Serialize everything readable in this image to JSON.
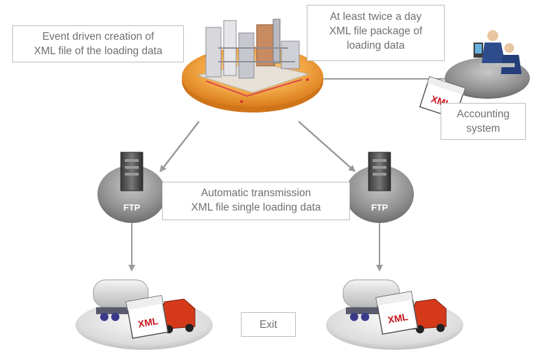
{
  "labels": {
    "event_driven": [
      "Event driven creation of",
      "XML file of the loading data"
    ],
    "twice_a_day": [
      "At least twice a day",
      "XML file package of",
      "loading data"
    ],
    "accounting": [
      "Accounting",
      "system"
    ],
    "automatic": [
      "Automatic transmission",
      "XML file single loading data"
    ],
    "exit": "Exit"
  },
  "badges": {
    "xml": "XML",
    "ftp": "FTP"
  },
  "colors": {
    "platform_orange": "#f0a040",
    "platform_grey": "#8a8a8a",
    "xml_red": "#c8141e",
    "arrow_grey": "#9a9a9a",
    "label_text": "#6f6f6f"
  },
  "icons": [
    "factory-icon",
    "workstation-icon",
    "server-icon",
    "truck-icon",
    "car-icon",
    "xml-document-icon"
  ]
}
